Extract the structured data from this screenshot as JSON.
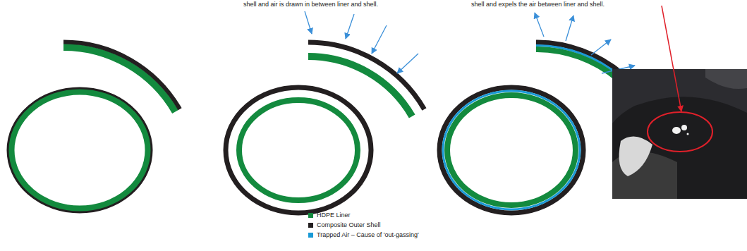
{
  "diagram": {
    "labels": [
      "shell and air is drawn in between liner and shell.",
      "shell and expels the air between liner and shell."
    ],
    "legend": [
      {
        "text": "HDPE Liner",
        "color": "#138a3e"
      },
      {
        "text": "Composite Outer Shell",
        "color": "#231f20"
      },
      {
        "text": "Trapped Air – Cause of 'out-gassing'",
        "color": "#1a9ad6"
      }
    ]
  }
}
